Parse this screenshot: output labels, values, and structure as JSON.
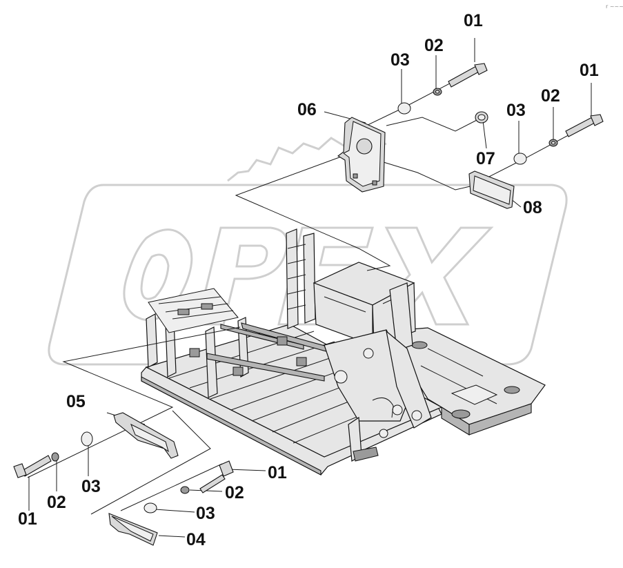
{
  "watermark": {
    "brand": "OPEX",
    "corner_mark": "r ~~~"
  },
  "callouts": [
    {
      "id": "c01a",
      "text": "01"
    },
    {
      "id": "c02a",
      "text": "02"
    },
    {
      "id": "c03a",
      "text": "03"
    },
    {
      "id": "c06",
      "text": "06"
    },
    {
      "id": "c01b",
      "text": "01"
    },
    {
      "id": "c02b",
      "text": "02"
    },
    {
      "id": "c03b",
      "text": "03"
    },
    {
      "id": "c07",
      "text": "07"
    },
    {
      "id": "c08",
      "text": "08"
    },
    {
      "id": "c05",
      "text": "05"
    },
    {
      "id": "c01c",
      "text": "01"
    },
    {
      "id": "c02c",
      "text": "02"
    },
    {
      "id": "c03c",
      "text": "03"
    },
    {
      "id": "c01d",
      "text": "01"
    },
    {
      "id": "c02d",
      "text": "02"
    },
    {
      "id": "c03d",
      "text": "03"
    },
    {
      "id": "c04",
      "text": "04"
    }
  ]
}
